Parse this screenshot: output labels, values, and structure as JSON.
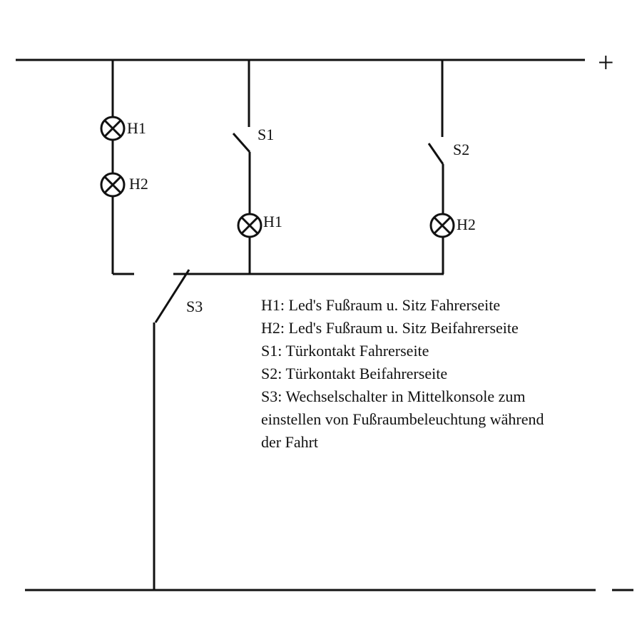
{
  "terminals": {
    "plus": "+",
    "minus": "−"
  },
  "components": {
    "lamp_left_h1": "H1",
    "lamp_left_h2": "H2",
    "switch_s1": "S1",
    "lamp_mid_h1": "H1",
    "switch_s2": "S2",
    "lamp_right_h2": "H2",
    "switch_s3": "S3"
  },
  "legend": [
    "H1: Led's Fußraum u. Sitz Fahrerseite",
    "H2: Led's Fußraum u. Sitz Beifahrerseite",
    "S1: Türkontakt Fahrerseite",
    "S2: Türkontakt Beifahrerseite",
    "S3: Wechselschalter in Mittelkonsole zum",
    "einstellen von Fußraumbeleuchtung während",
    "der Fahrt"
  ]
}
